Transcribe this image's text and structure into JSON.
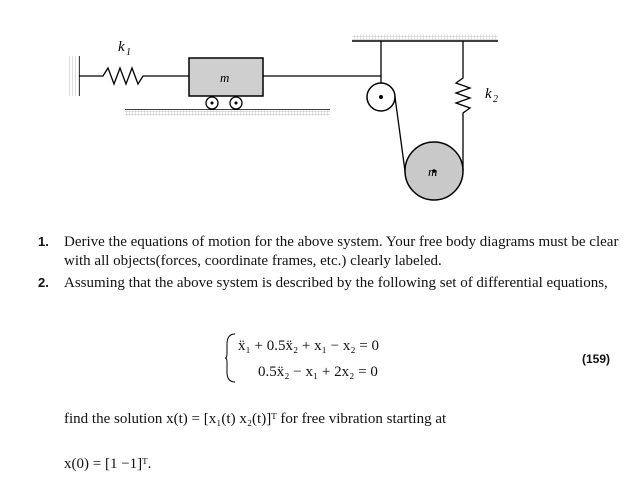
{
  "figure": {
    "spring1_label": "k",
    "spring1_sub": "1",
    "spring2_label": "k",
    "spring2_sub": "2",
    "block_mass_label": "m",
    "pulley_mass_label": "m"
  },
  "questions": [
    {
      "number": "1.",
      "text": "Derive the equations of motion for the above system. Your free body diagrams must be clear with all objects(forces, coordinate frames, etc.) clearly labeled."
    },
    {
      "number": "2.",
      "text": "Assuming that the above system is described by the following set of differential equations,"
    }
  ],
  "equations": {
    "line1": "ẍ₁ + 0.5ẍ₂ + x₁ − x₂ = 0",
    "line2": "0.5ẍ₂ − x₁ + 2x₂ = 0",
    "number": "(159)"
  },
  "solution": {
    "text_before": "find the solution ",
    "vector_def": "x(t) = [x₁(t) x₂(t)]ᵀ",
    "text_after": " for free vibration starting at",
    "initial": "x(0) = [1 −1]ᵀ."
  }
}
